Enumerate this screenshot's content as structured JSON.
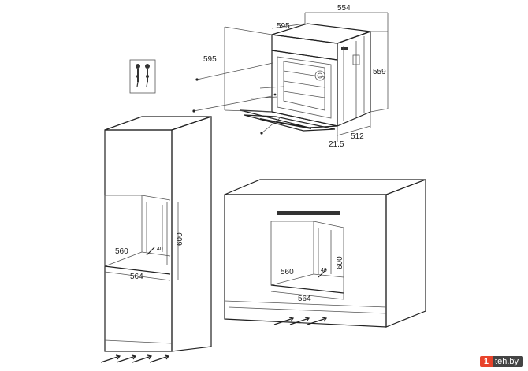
{
  "oven_dimensions": {
    "width_top": "554",
    "width_front": "595",
    "height_side": "595",
    "height_right": "559",
    "depth": "512",
    "door_offset": "21.5"
  },
  "tall_cabinet_dimensions": {
    "niche_width_back": "560",
    "niche_width_front": "564",
    "niche_height": "600",
    "gap": "40"
  },
  "under_counter_dimensions": {
    "niche_width_back": "560",
    "niche_width_front": "564",
    "niche_height": "600",
    "gap": "40"
  },
  "watermark": {
    "mark": "1",
    "text": "teh.by"
  }
}
